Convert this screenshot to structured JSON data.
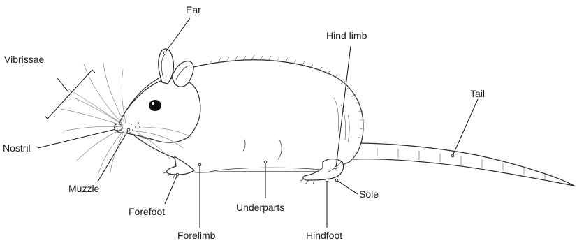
{
  "labels": {
    "ear": "Ear",
    "vibrissae": "Vibrissae",
    "hind_limb": "Hind limb",
    "tail": "Tail",
    "nostril": "Nostril",
    "muzzle": "Muzzle",
    "sole": "Sole",
    "forefoot": "Forefoot",
    "underparts": "Underparts",
    "forelimb": "Forelimb",
    "hindfoot": "Hindfoot"
  }
}
